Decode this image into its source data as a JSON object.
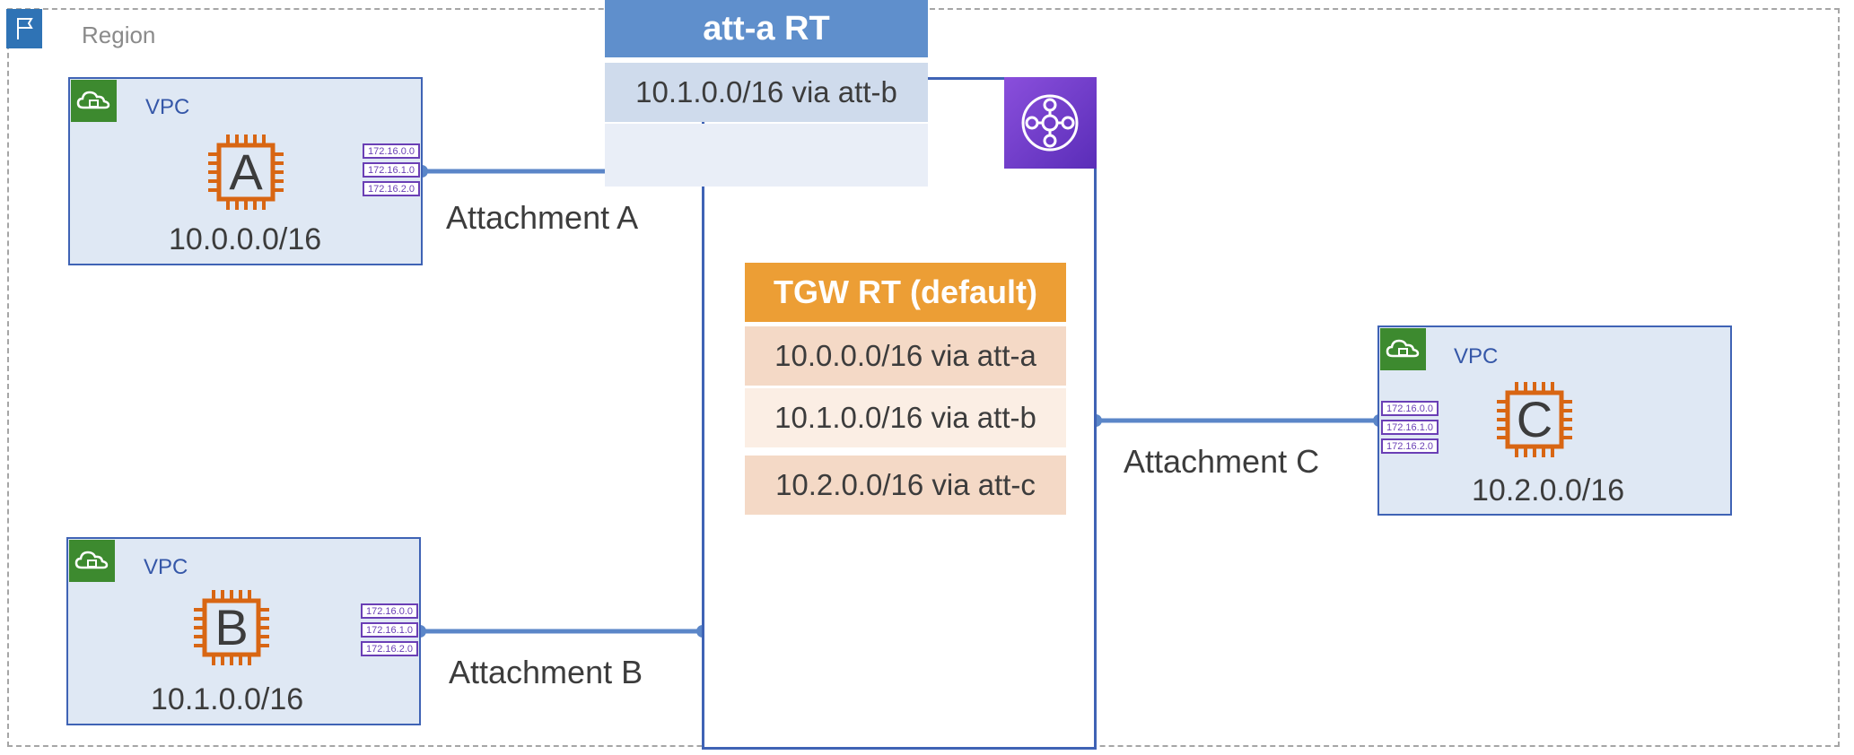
{
  "region": {
    "label": "Region"
  },
  "vpcs": [
    {
      "id": "a",
      "label": "VPC",
      "instance": "A",
      "cidr": "10.0.0.0/16",
      "subnets": [
        "172.16.0.0",
        "172.16.1.0",
        "172.16.2.0"
      ]
    },
    {
      "id": "b",
      "label": "VPC",
      "instance": "B",
      "cidr": "10.1.0.0/16",
      "subnets": [
        "172.16.0.0",
        "172.16.1.0",
        "172.16.2.0"
      ]
    },
    {
      "id": "c",
      "label": "VPC",
      "instance": "C",
      "cidr": "10.2.0.0/16",
      "subnets": [
        "172.16.0.0",
        "172.16.1.0",
        "172.16.2.0"
      ]
    }
  ],
  "attachments": {
    "a": "Attachment A",
    "b": "Attachment B",
    "c": "Attachment C"
  },
  "att_a_rt": {
    "title": "att-a RT",
    "routes": [
      "10.1.0.0/16 via att-b",
      ""
    ]
  },
  "tgw_rt": {
    "title": "TGW RT (default)",
    "routes": [
      "10.0.0.0/16 via att-a",
      "10.1.0.0/16 via att-b",
      "10.2.0.0/16 via att-c"
    ]
  },
  "icons": {
    "region": "region-flag-icon",
    "vpc": "vpc-cloud-lock-icon",
    "instance": "ec2-instance-chip-icon",
    "eni": "subnet-interface-icon",
    "tgw": "transit-gateway-icon"
  },
  "colors": {
    "vpc_border": "#3f63b5",
    "vpc_fill": "#dfe8f4",
    "vpc_cloud": "#3d8a2f",
    "instance": "#d86613",
    "eni": "#6a3fb5",
    "tgw_icon": "#7a40d0",
    "att_a_header": "#5f8fcc",
    "tgw_header": "#ec9e35",
    "connector": "#5b86c8"
  }
}
